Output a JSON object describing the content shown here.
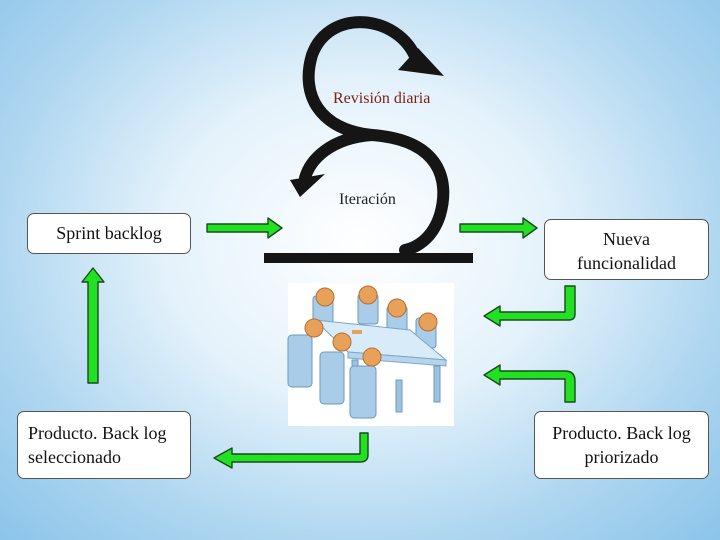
{
  "diagram": {
    "daily_review_label": "Revisión diaria",
    "iteration_label": "Iteración",
    "boxes": {
      "sprint_backlog": "Sprint  backlog",
      "new_functionality": [
        "Nueva",
        "funcionalidad"
      ],
      "selected_backlog": [
        "Producto. Back log",
        "seleccionado"
      ],
      "prioritized_backlog": [
        "Producto. Back log",
        "priorizado"
      ]
    },
    "colors": {
      "arrow_fill": "#22e022",
      "arrow_stroke": "#1a4a1a",
      "loop_arrow": "#151515",
      "daily_review_text": "#7a1f14",
      "chair_blue": "#a9cde8",
      "head_orange": "#e8a15a"
    },
    "icons": [
      "loop-arrow-icon",
      "meeting-table-icon",
      "green-arrow-icon"
    ]
  }
}
